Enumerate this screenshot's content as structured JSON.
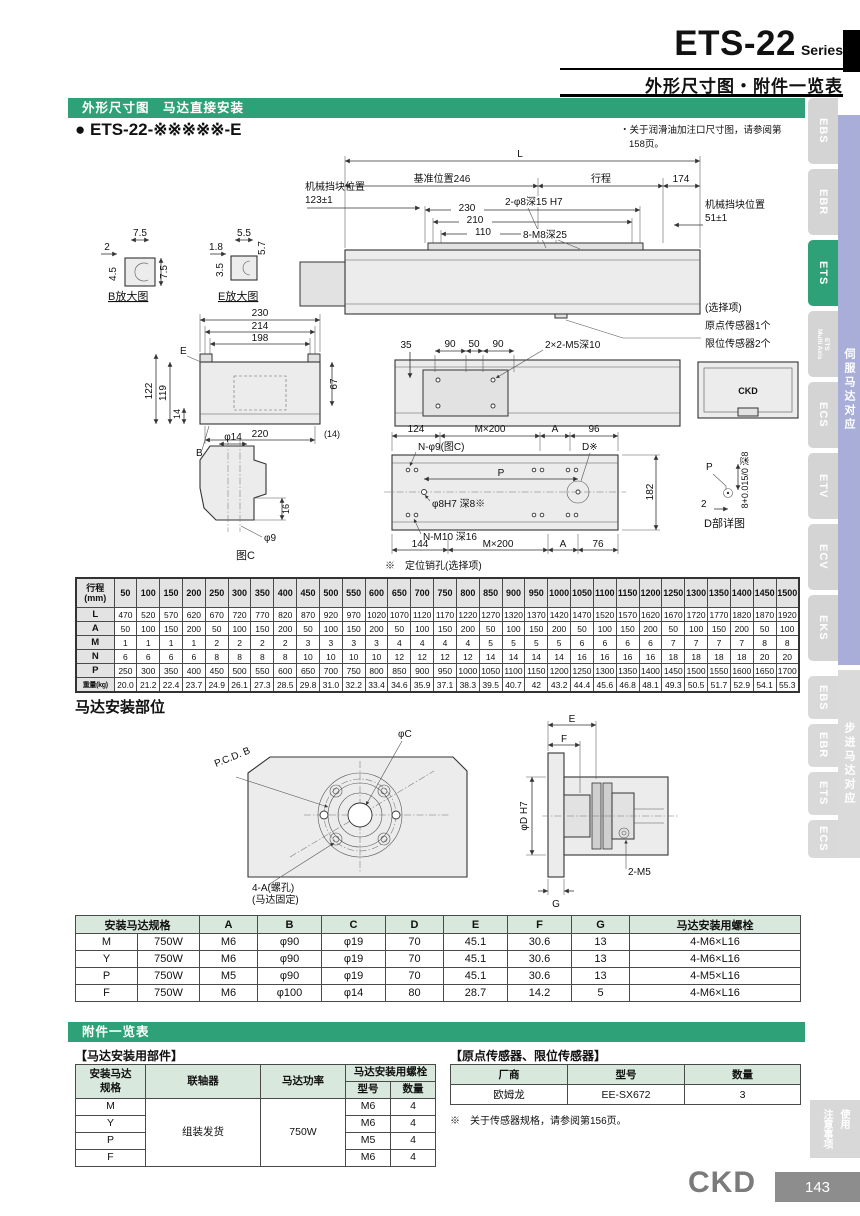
{
  "header": {
    "title": "ETS-22",
    "series": "Series",
    "subtitle": "外形尺寸图・附件一览表"
  },
  "section_dim": {
    "bar": "外形尺寸图　马达直接安装",
    "model": "● ETS-22-※※※※※-E",
    "note1": "・关于润滑油加注口尺寸图，请参阅第",
    "note2": "158页。"
  },
  "dims": {
    "L": "L",
    "base": "基准位置246",
    "stroke": "行程",
    "d174": "174",
    "stop_l1": "机械挡块位置",
    "stop_l2": "123±1",
    "stop_r1": "机械挡块位置",
    "stop_r2": "51±1",
    "d230": "230",
    "d210": "210",
    "d110": "110",
    "hole_fit": "2-φ8深15 H7",
    "hole_m8": "8-M8深25",
    "b75": "7.5",
    "b2": "2",
    "b45": "4.5",
    "b75r": "7.5",
    "bcap": "B放大图",
    "e55": "5.5",
    "e18": "1.8",
    "e35": "3.5",
    "e57": "5.7",
    "ecap": "E放大图",
    "cs230": "230",
    "cs214": "214",
    "cs198": "198",
    "csE": "E",
    "cs122": "122",
    "cs119": "119",
    "cs14": "14",
    "cs67": "67",
    "cs220": "220",
    "cs14p": "(14)",
    "csB": "B",
    "opt1": "(选择项)",
    "opt2": "原点传感器1个",
    "opt3": "限位传感器2个",
    "pv35": "35",
    "pv90a": "90",
    "pv50": "50",
    "pv90b": "90",
    "pvm5": "2×2-M5深10",
    "endlogo": "CKD",
    "bp124": "124",
    "bpm200t": "M×200",
    "bpAt": "A",
    "bp96": "96",
    "bpn9": "N-φ9(图C)",
    "bpD": "D※",
    "bpP": "P",
    "bp8h7": "φ8H7 深8※",
    "bp182": "182",
    "bpnm10": "N-M10 深16",
    "bp144": "144",
    "bpm200b": "M×200",
    "bpAb": "A",
    "bp76": "76",
    "pin_note": "※　定位销孔(选择项)",
    "gc14": "φ14",
    "gc16": "16",
    "gc9": "φ9",
    "gccap": "图C",
    "ddP": "P",
    "dd2": "2",
    "ddv": "8+0.015/0 深8",
    "ddcap": "D部详图"
  },
  "stroke_table": {
    "grid": [
      [
        "行程\n(mm)",
        "50",
        "100",
        "150",
        "200",
        "250",
        "300",
        "350",
        "400",
        "450",
        "500",
        "550",
        "600",
        "650",
        "700",
        "750",
        "800",
        "850",
        "900",
        "950",
        "1000",
        "1050",
        "1100",
        "1150",
        "1200",
        "1250",
        "1300",
        "1350",
        "1400",
        "1450",
        "1500"
      ],
      [
        "L",
        "470",
        "520",
        "570",
        "620",
        "670",
        "720",
        "770",
        "820",
        "870",
        "920",
        "970",
        "1020",
        "1070",
        "1120",
        "1170",
        "1220",
        "1270",
        "1320",
        "1370",
        "1420",
        "1470",
        "1520",
        "1570",
        "1620",
        "1670",
        "1720",
        "1770",
        "1820",
        "1870",
        "1920"
      ],
      [
        "A",
        "50",
        "100",
        "150",
        "200",
        "50",
        "100",
        "150",
        "200",
        "50",
        "100",
        "150",
        "200",
        "50",
        "100",
        "150",
        "200",
        "50",
        "100",
        "150",
        "200",
        "50",
        "100",
        "150",
        "200",
        "50",
        "100",
        "150",
        "200",
        "50",
        "100"
      ],
      [
        "M",
        "1",
        "1",
        "1",
        "1",
        "2",
        "2",
        "2",
        "2",
        "3",
        "3",
        "3",
        "3",
        "4",
        "4",
        "4",
        "4",
        "5",
        "5",
        "5",
        "5",
        "6",
        "6",
        "6",
        "6",
        "7",
        "7",
        "7",
        "7",
        "8",
        "8"
      ],
      [
        "N",
        "6",
        "6",
        "6",
        "6",
        "8",
        "8",
        "8",
        "8",
        "10",
        "10",
        "10",
        "10",
        "12",
        "12",
        "12",
        "12",
        "14",
        "14",
        "14",
        "14",
        "16",
        "16",
        "16",
        "16",
        "18",
        "18",
        "18",
        "18",
        "20",
        "20"
      ],
      [
        "P",
        "250",
        "300",
        "350",
        "400",
        "450",
        "500",
        "550",
        "600",
        "650",
        "700",
        "750",
        "800",
        "850",
        "900",
        "950",
        "1000",
        "1050",
        "1100",
        "1150",
        "1200",
        "1250",
        "1300",
        "1350",
        "1400",
        "1450",
        "1500",
        "1550",
        "1600",
        "1650",
        "1700"
      ],
      [
        {
          "t": "重量(kg)",
          "cls": "wt"
        },
        "20.0",
        "21.2",
        "22.4",
        "23.7",
        "24.9",
        "26.1",
        "27.3",
        "28.5",
        "29.8",
        "31.0",
        "32.2",
        "33.4",
        "34.6",
        "35.9",
        "37.1",
        "38.3",
        "39.5",
        "40.7",
        "42",
        "43.2",
        "44.4",
        "45.6",
        "46.8",
        "48.1",
        "49.3",
        "50.5",
        "51.7",
        "52.9",
        "54.1",
        "55.3"
      ]
    ]
  },
  "motor_part": {
    "heading": "马达安装部位",
    "pcd": "P.C.D.  B",
    "phiC": "φC",
    "screw1": "4-A(螺孔)",
    "screw2": "(马达固定)",
    "E": "E",
    "F": "F",
    "phiD": "φD H7",
    "m5": "2-M5",
    "G": "G"
  },
  "spec_table": {
    "grid": [
      [
        {
          "t": "安装马达规格",
          "cs": 2
        },
        "A",
        "B",
        "C",
        "D",
        "E",
        "F",
        "G",
        "马达安装用螺栓"
      ],
      [
        "M",
        "750W",
        "M6",
        "φ90",
        "φ19",
        "70",
        "45.1",
        "30.6",
        "13",
        "4-M6×L16"
      ],
      [
        "Y",
        "750W",
        "M6",
        "φ90",
        "φ19",
        "70",
        "45.1",
        "30.6",
        "13",
        "4-M6×L16"
      ],
      [
        "P",
        "750W",
        "M5",
        "φ90",
        "φ19",
        "70",
        "45.1",
        "30.6",
        "13",
        "4-M5×L16"
      ],
      [
        "F",
        "750W",
        "M6",
        "φ100",
        "φ14",
        "80",
        "28.7",
        "14.2",
        "5",
        "4-M6×L16"
      ]
    ]
  },
  "accessory": {
    "bar": "附件一览表",
    "left_title": "【马达安装用部件】",
    "right_title": "【原点传感器、限位传感器】",
    "note": "※　关于传感器规格，请参阅第156页。",
    "parts_grid": [
      [
        {
          "t": "安装马达\n规格",
          "rs": 2
        },
        {
          "t": "联轴器",
          "rs": 2
        },
        {
          "t": "马达功率",
          "rs": 2
        },
        {
          "t": "马达安装用螺栓",
          "cs": 2
        }
      ],
      [
        "型号",
        "数量"
      ],
      [
        "M",
        {
          "t": "组装发货",
          "rs": 4
        },
        {
          "t": "750W",
          "rs": 4
        },
        "M6",
        "4"
      ],
      [
        "Y",
        "M6",
        "4"
      ],
      [
        "P",
        "M5",
        "4"
      ],
      [
        "F",
        "M6",
        "4"
      ]
    ],
    "sensor_grid": [
      [
        "厂商",
        "型号",
        "数量"
      ],
      [
        "欧姆龙",
        "EE-SX672",
        "3"
      ]
    ]
  },
  "sidebar": {
    "servo_label": "伺服马达对应",
    "stepper_label": "步进马达对应",
    "servo_tabs": [
      "EBS",
      "EBR",
      "ETS",
      "ETS\nMulti Axis",
      "ECS",
      "ETV",
      "ECV",
      "EKS"
    ],
    "stepper_tabs": [
      "EBS",
      "EBR",
      "ETS",
      "ECS"
    ],
    "note_tab": "使用\n注意事项"
  },
  "footer": {
    "logo": "CKD",
    "page": "143"
  }
}
